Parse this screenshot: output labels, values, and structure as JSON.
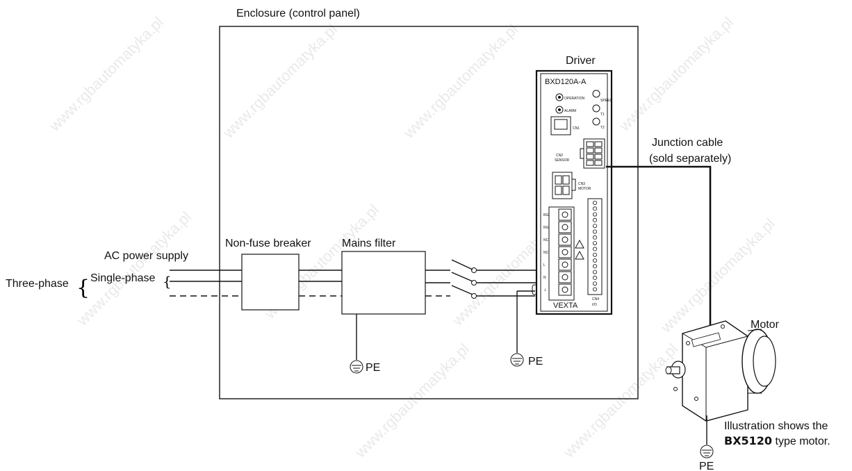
{
  "enclosure": {
    "label": "Enclosure (control panel)"
  },
  "driver": {
    "label": "Driver",
    "model": "BXD120A-A",
    "brand": "VEXTA",
    "indicators": [
      "OPERATION",
      "ALARM"
    ],
    "pots": [
      "SPEED",
      "T1",
      "T2"
    ],
    "connectors": {
      "cn1": "CN1",
      "cn2": "CN2",
      "cn2_sub": "SENSOR",
      "cn3": "CN3",
      "cn3_sub": "MOTOR",
      "cn4": "CN4",
      "cn4_sub": "I/O"
    },
    "terminals": [
      "RG",
      "RG",
      "NC",
      "NC",
      "L",
      "N",
      "⏚"
    ]
  },
  "power": {
    "label": "AC power supply",
    "three_phase": "Three-phase",
    "single_phase": "Single-phase"
  },
  "breaker": {
    "label": "Non-fuse breaker"
  },
  "filter": {
    "label": "Mains filter"
  },
  "junction": {
    "line1": "Junction cable",
    "line2": "(sold separately)"
  },
  "motor": {
    "label": "Motor"
  },
  "ground": {
    "pe": "PE"
  },
  "note": {
    "line1": "Illustration shows the",
    "model": "BX5120",
    "line2_rest": " type motor."
  },
  "watermark": "www.rgbautomatyka.pl"
}
